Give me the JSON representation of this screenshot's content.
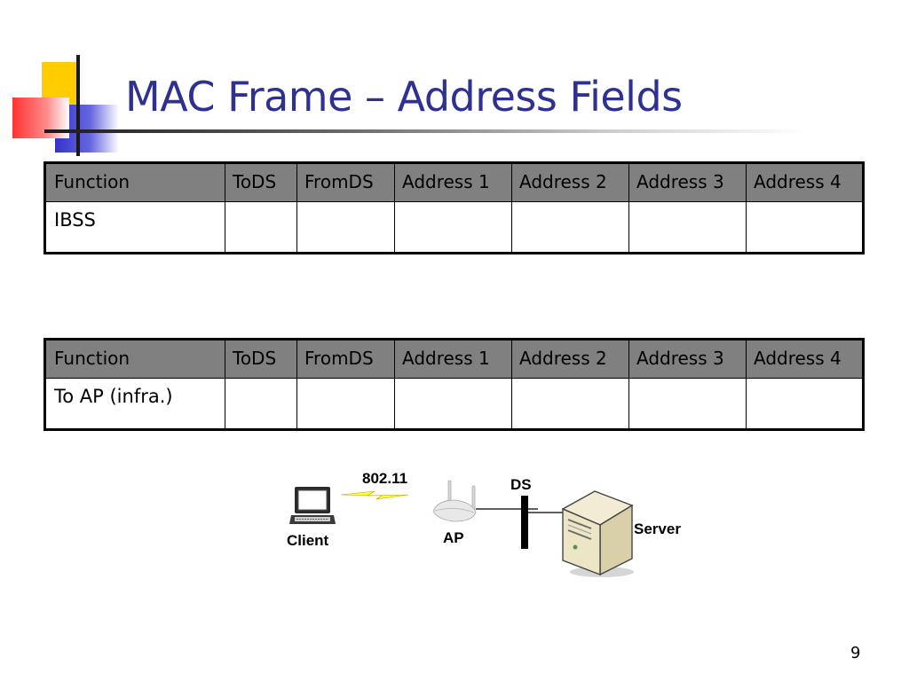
{
  "slide": {
    "title": "MAC Frame – Address Fields",
    "page_number": "9"
  },
  "table_1": {
    "headers": [
      "Function",
      "ToDS",
      "FromDS",
      "Address 1",
      "Address 2",
      "Address 3",
      "Address 4"
    ],
    "rows": [
      [
        "IBSS",
        "",
        "",
        "",
        "",
        "",
        ""
      ]
    ]
  },
  "table_2": {
    "headers": [
      "Function",
      "ToDS",
      "FromDS",
      "Address 1",
      "Address 2",
      "Address 3",
      "Address 4"
    ],
    "rows": [
      [
        "To AP (infra.)",
        "",
        "",
        "",
        "",
        "",
        ""
      ]
    ]
  },
  "diagram": {
    "link_label": "802.11",
    "ds_label": "DS",
    "client_label": "Client",
    "ap_label": "AP",
    "server_label": "Server",
    "icons": [
      "laptop-icon",
      "lightning-icon",
      "access-point-icon",
      "server-icon"
    ]
  },
  "colors": {
    "title": "#2e3192",
    "header_bg": "#808080",
    "logo_yellow": "#ffcc00",
    "logo_blue": "#3333cc",
    "logo_red": "#ff3333"
  }
}
